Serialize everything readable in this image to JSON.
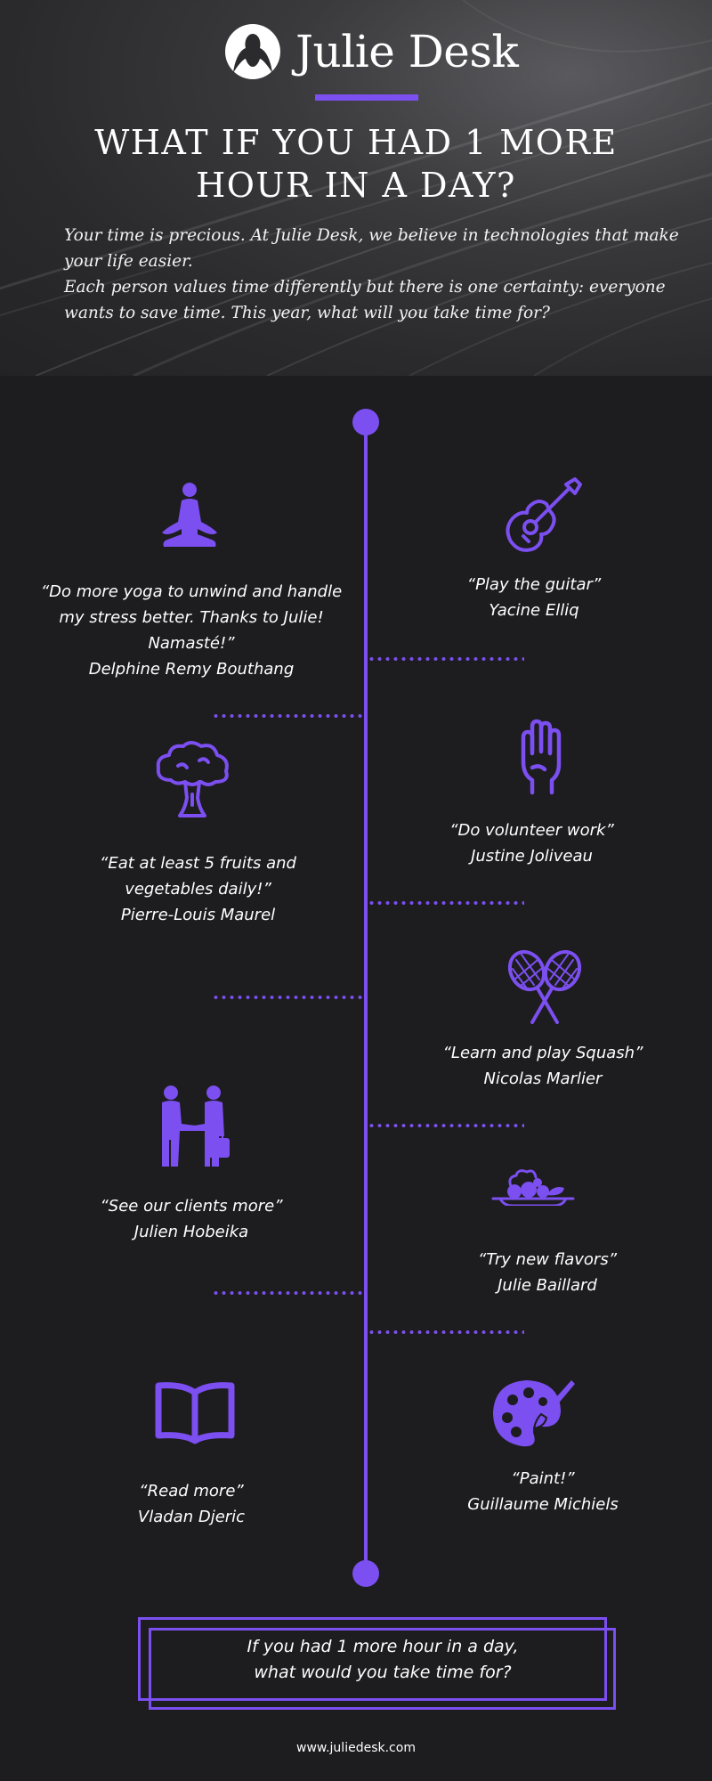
{
  "brand": {
    "name": "Julie Desk"
  },
  "hero": {
    "headline_line1": "WHAT IF YOU HAD 1 MORE",
    "headline_line2": "HOUR IN A DAY?",
    "intro_p1": " Your time is precious. At Julie Desk, we believe in technologies that make your life easier.",
    "intro_p2": "Each person values time differently but there is one certainty: everyone wants to save time. This year, what will you take time for?"
  },
  "entries": [
    {
      "icon": "yoga-icon",
      "quote": "“Do more yoga to unwind and handle my stress better. Thanks to Julie! Namasté!”",
      "author": "Delphine Remy Bouthang"
    },
    {
      "icon": "guitar-icon",
      "quote": "“Play the guitar”",
      "author": "Yacine Elliq"
    },
    {
      "icon": "broccoli-icon",
      "quote": "“Eat at least 5 fruits and vegetables daily!”",
      "author": "Pierre-Louis Maurel"
    },
    {
      "icon": "raised-hand-icon",
      "quote": "“Do volunteer work”",
      "author": "Justine Joliveau"
    },
    {
      "icon": "squash-rackets-icon",
      "quote": "“Learn and play Squash”",
      "author": "Nicolas Marlier"
    },
    {
      "icon": "handshake-icon",
      "quote": "“See our clients more”",
      "author": "Julien Hobeika"
    },
    {
      "icon": "food-plate-icon",
      "quote": "“Try new flavors”",
      "author": "Julie Baillard"
    },
    {
      "icon": "open-book-icon",
      "quote": "“Read more”",
      "author": "Vladan Djeric"
    },
    {
      "icon": "paint-palette-icon",
      "quote": "“Paint!”",
      "author": "Guillaume Michiels"
    }
  ],
  "cta": {
    "line1": "If you had 1 more hour in a day,",
    "line2": "what would you take time for?"
  },
  "footer": {
    "website": "www.juliedesk.com"
  },
  "colors": {
    "accent": "#7b4ff0",
    "background": "#1d1c1e",
    "text": "#ffffff"
  }
}
